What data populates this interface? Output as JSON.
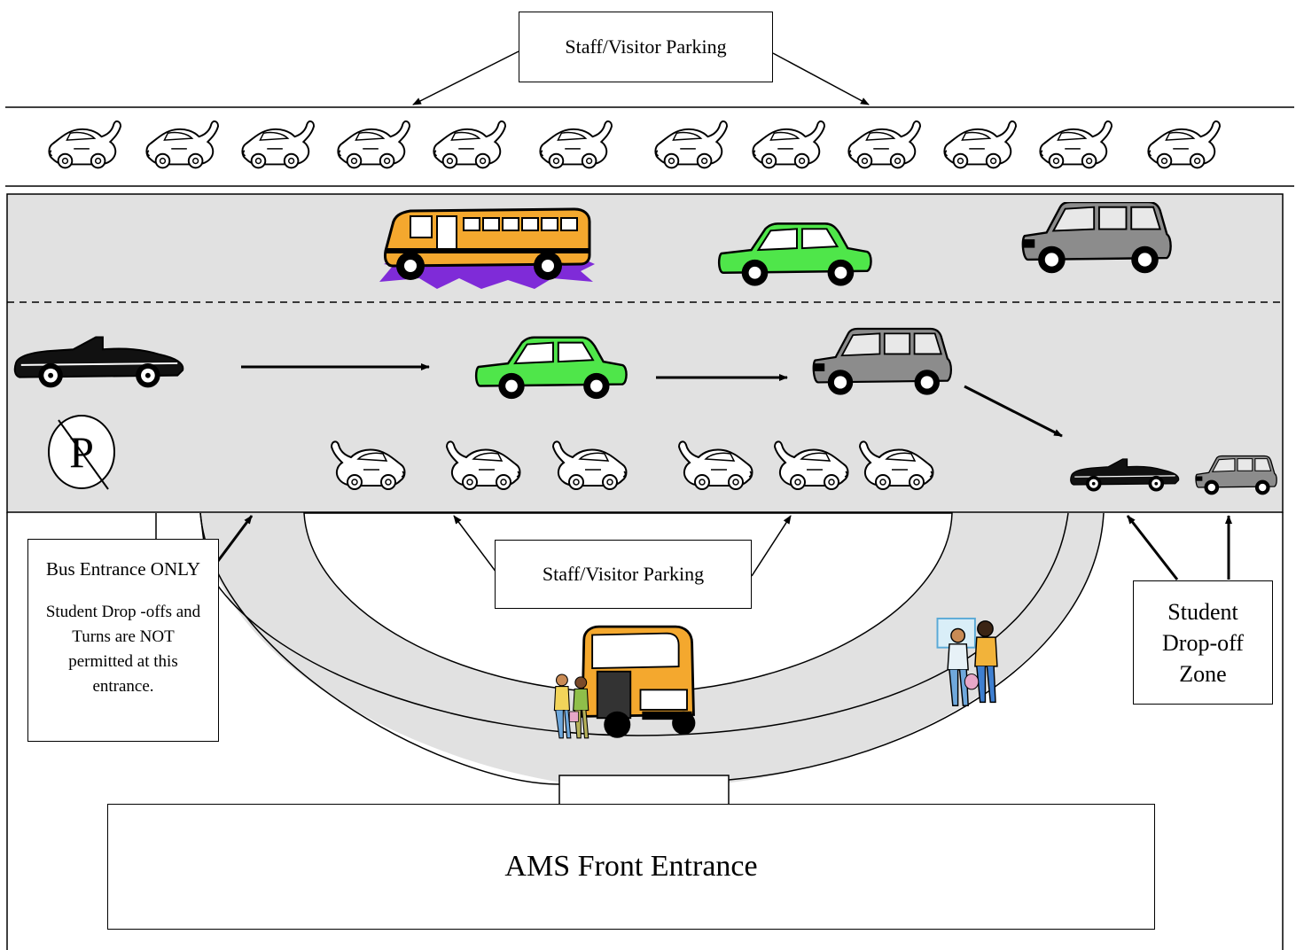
{
  "labels": {
    "top_parking": "Staff/Visitor Parking",
    "bottom_parking": "Staff/Visitor Parking",
    "bus_entrance_title": "Bus Entrance ONLY",
    "bus_entrance_note": "Student Drop -offs and Turns are NOT permitted at this entrance.",
    "dropoff_zone": "Student Drop-off Zone",
    "front_entrance": "AMS Front Entrance",
    "no_parking_symbol": "P"
  },
  "icons": {
    "parked_car_outline": "car-outline-icon",
    "school_bus": "school-bus-icon",
    "green_sedan": "green-car-icon",
    "gray_suv": "gray-suv-icon",
    "black_convertible": "convertible-icon",
    "small_bus": "small-bus-icon",
    "students": "students-icon",
    "no_parking": "no-parking-icon"
  },
  "colors": {
    "road": "#e1e1e1",
    "bus_yellow": "#f4a82e",
    "bus_burst": "#8a2be2",
    "green_car": "#4fe64a",
    "gray_suv": "#8c8c8c",
    "line": "#000000"
  }
}
